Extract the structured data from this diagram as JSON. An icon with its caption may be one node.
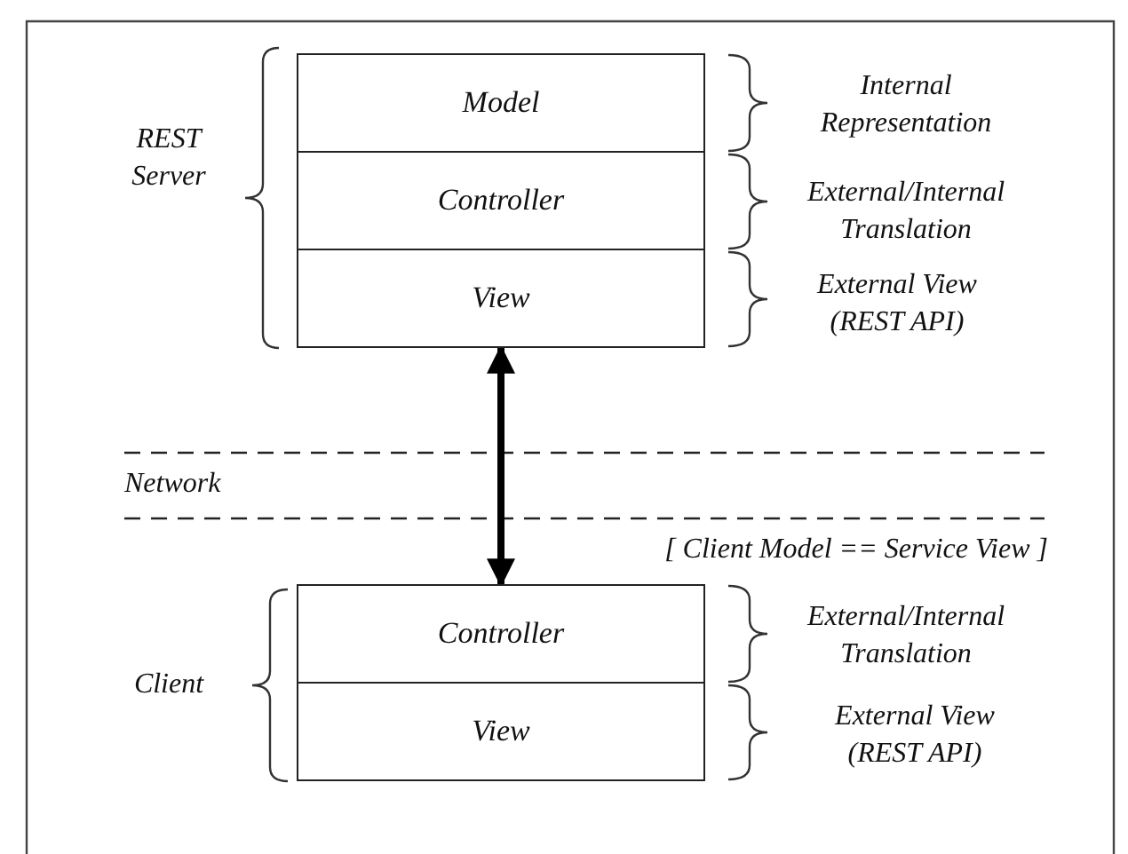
{
  "diagram": {
    "nodes": [
      {
        "text": [
          "Model"
        ]
      },
      {
        "text": [
          "Controller"
        ]
      },
      {
        "text": [
          "View"
        ]
      },
      {
        "text": [
          "Controller"
        ]
      },
      {
        "text": [
          "View"
        ]
      }
    ],
    "edges": [
      {
        "from": 2,
        "to": 3,
        "arrow": "both"
      }
    ],
    "labels": [
      "Internal Representation",
      "REST Server",
      "External/Internal Translation",
      "External View (REST API)",
      "Network",
      "[ Client Model == Service View ]",
      "External/Internal Translation",
      "Client",
      "External View (REST API)"
    ]
  }
}
